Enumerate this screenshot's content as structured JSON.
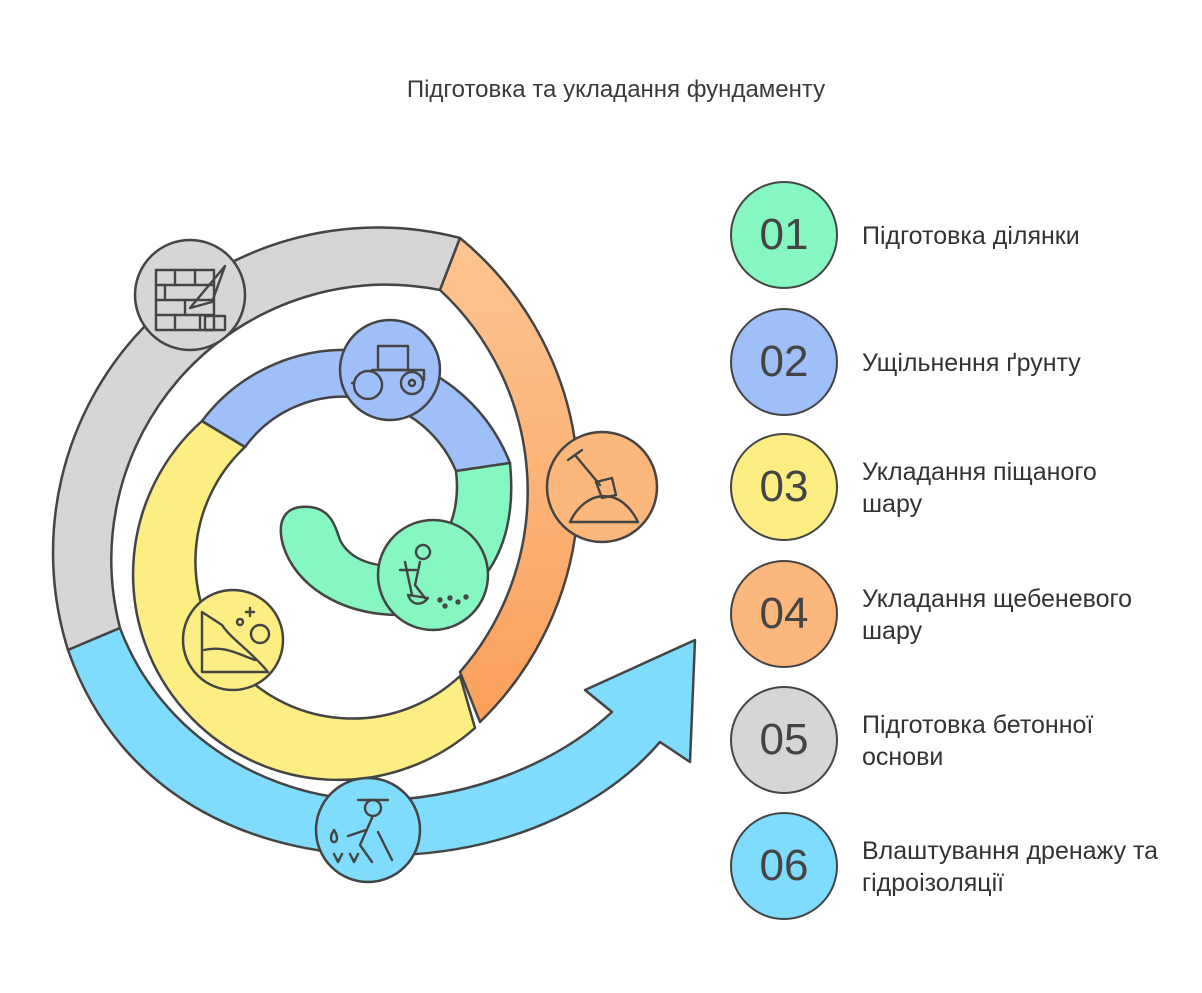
{
  "title": "Підготовка та укладання фундаменту",
  "colors": {
    "step1": "#86f7c0",
    "step2": "#9fbff9",
    "step3": "#fdee84",
    "step4": "#fcb77c",
    "step5": "#d6d6d6",
    "step6": "#7fdcfc",
    "outline": "#444444"
  },
  "steps": [
    {
      "num": "01",
      "label": "Підготовка ділянки",
      "icon": "shovel-worker-icon"
    },
    {
      "num": "02",
      "label": "Ущільнення ґрунту",
      "icon": "road-roller-icon"
    },
    {
      "num": "03",
      "label": "Укладання піщаного шару",
      "icon": "sand-layer-icon"
    },
    {
      "num": "04",
      "label": "Укладання щебеневого шару",
      "icon": "gravel-shovel-icon"
    },
    {
      "num": "05",
      "label": "Підготовка бетонної основи",
      "icon": "brick-trowel-icon"
    },
    {
      "num": "06",
      "label": "Влаштування дренажу та гідроізоляції",
      "icon": "drainage-worker-icon"
    }
  ]
}
